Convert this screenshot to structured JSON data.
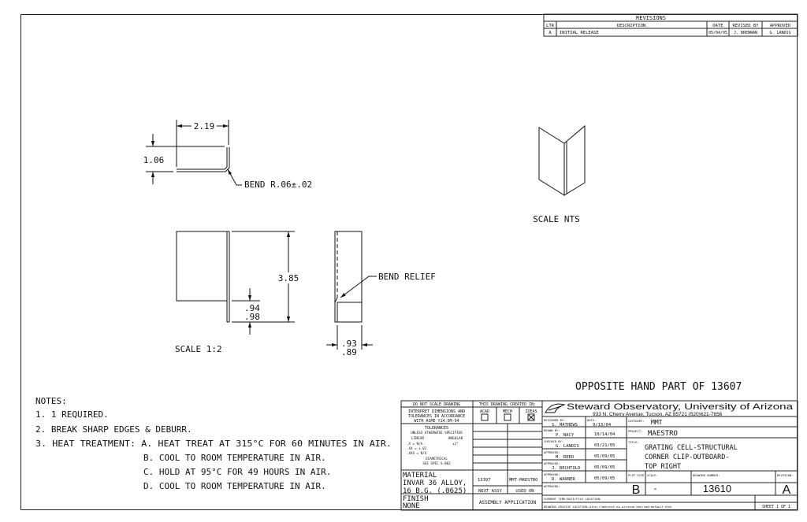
{
  "revisions": {
    "title": "REVISIONS",
    "headers": [
      "LTR",
      "DESCRIPTION",
      "DATE",
      "REVISED BY",
      "APPROVED"
    ],
    "rows": [
      [
        "A",
        "INITIAL RELEASE",
        "05/04/05",
        "J. BRENNAN",
        "G. LANDIS"
      ]
    ]
  },
  "views": {
    "top_dim_width": "2.19",
    "top_dim_height": "1.06",
    "bend_note": "BEND R.06±.02",
    "height_dim": "3.85",
    "relief_dim_a": ".94",
    "relief_dim_b": ".98",
    "bend_relief": "BEND RELIEF",
    "flange_dim_a": ".93",
    "flange_dim_b": ".89",
    "scale_left": "SCALE 1:2",
    "scale_iso": "SCALE NTS"
  },
  "opposite_note": "OPPOSITE HAND PART OF 13607",
  "notes": {
    "title": "NOTES:",
    "lines": [
      "1. 1 REQUIRED.",
      "2. BREAK SHARP EDGES & DEBURR.",
      "3. HEAT TREATMENT: A. HEAT TREAT AT 315°C FOR 60 MINUTES IN AIR.",
      "B. COOL TO ROOM TEMPERATURE IN AIR.",
      "C. HOLD AT 95°C FOR 49 HOURS IN AIR.",
      "D. COOL TO ROOM TEMPERATURE IN AIR."
    ]
  },
  "title_block": {
    "do_not_scale": "DO NOT SCALE DRAWING",
    "interpret": [
      "INTERPRET DIMENSIONS AND",
      "TOLERANCES IN ACCORDANCE",
      "WITH ASME Y14.5M-94"
    ],
    "tolerances": "TOLERANCES",
    "unless": "UNLESS OTHERWISE SPECIFIED",
    "linear": "LINEAR",
    "angular": "ANGULAR",
    "tol_lines": [
      ".X  = N/A",
      ".XX = ±.02",
      ".XXX = N/A"
    ],
    "tol_angle": "±1°",
    "diametrical": "DIAMETRICAL",
    "see_spec": "SEE SPEC S-002",
    "created_in": "THIS DRAWING CREATED IN:",
    "cad": [
      "ACAD",
      "MECH",
      "IDEAS"
    ],
    "material_label": "MATERIAL",
    "material": [
      "INVAR 36 ALLOY,",
      "16 B.G. (.0625)"
    ],
    "finish_label": "FINISH",
    "finish": "NONE",
    "next_assy_val": "13397",
    "used_on_val": "MMT-MAESTRO",
    "next_assy": "NEXT ASSY",
    "used_on": "USED ON",
    "assembly_app": "ASSEMBLY APPLICATION",
    "org": "Steward Observatory, University of Arizona",
    "address": "933 N. Cherry Avenue, Tucson, AZ  85721   (520)621-7656",
    "designed_by_label": "DESIGNED BY:",
    "designed_by": "S. MATHEWS",
    "date_label": "DATE:",
    "designed_date": "9/13/04",
    "category_label": "CATEGORY:",
    "category": "MMT",
    "drawn_by_label": "DRAWN BY:",
    "drawn_by": "P. NACY",
    "drawn_date": "10/14/04",
    "project_label": "PROJECT:",
    "project": "MAESTRO",
    "checked_label": "CHECKED BY:",
    "checked_by": "G. LANDIS",
    "checked_date": "03/21/05",
    "title_label": "TITLE:",
    "title_lines": [
      "GRATING CELL-STRUCTURAL",
      "CORNER CLIP-OUTBOARD-",
      "TOP RIGHT"
    ],
    "approved_label": "APPROVED:",
    "approved_1": "M. REED",
    "approved_1_date": "05/09/05",
    "approved_2": "J. BECHTOLD",
    "approved_2_date": "05/09/05",
    "approved_3": "R. WARNER",
    "approved_3_date": "05/09/05",
    "plot_size_label": "PLOT SIZE",
    "plot_size": "B",
    "scale_label": "SCALE:",
    "scale": "-",
    "dwg_num_label": "DRAWING NUMBER:",
    "dwg_num": "13610",
    "rev_label": "REVISION:",
    "rev": "A",
    "current_time_label": "CURRENT TIME/DATE/FILE LOCATION:",
    "archive_label": "DRAWING ARCHIVE LOCATION:",
    "archive": "http://mmtinst.as.arizona.edu/cad/default.html",
    "sheet": "SHEET 1 OF 1"
  }
}
